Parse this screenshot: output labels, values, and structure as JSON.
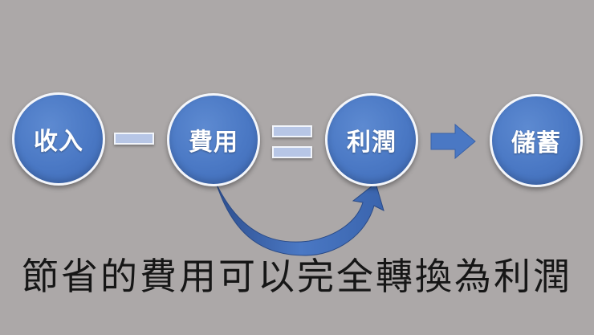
{
  "flow": {
    "nodes": [
      {
        "label": "收入"
      },
      {
        "label": "費用"
      },
      {
        "label": "利潤"
      },
      {
        "label": "儲蓄"
      }
    ],
    "operators": [
      "minus",
      "equals",
      "arrow"
    ]
  },
  "caption": "節省的費用可以完全轉換為利潤",
  "colors": {
    "background": "#aca8a8",
    "node_fill": "#4a78c4",
    "node_border": "#f4f6fa",
    "operator_fill": "#b7c6e6",
    "arrow_fill": "#4a78c4",
    "curved_arrow": "#3c62a8",
    "caption_text": "#161616"
  }
}
